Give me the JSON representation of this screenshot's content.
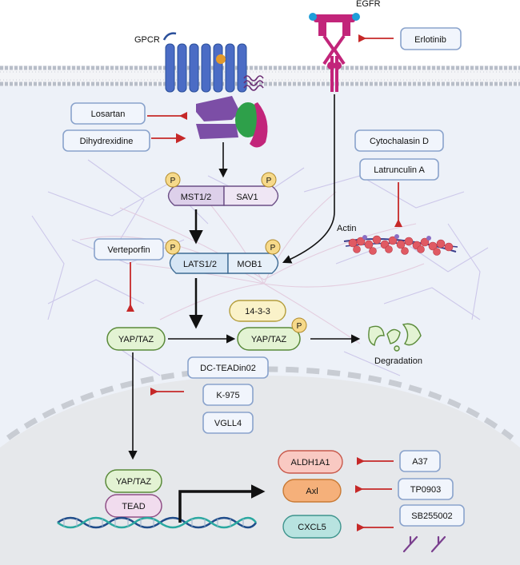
{
  "receptors": {
    "gpcr": "GPCR",
    "egfr": "EGFR"
  },
  "drugs": {
    "erlotinib": "Erlotinib",
    "losartan": "Losartan",
    "dihydrexidine": "Dihydrexidine",
    "cytochalasin_d": "Cytochalasin D",
    "latrunculin_a": "Latrunculin A",
    "verteporfin": "Verteporfin",
    "dc_teadin02": "DC-TEADin02",
    "k975": "K-975",
    "vgll4": "VGLL4",
    "a37": "A37",
    "tp0903": "TP0903",
    "sb255002": "SB255002"
  },
  "proteins": {
    "mst": "MST1/2",
    "sav1": "SAV1",
    "lats": "LATS1/2",
    "mob1": "MOB1",
    "p": "P",
    "p1433": "14-3-3",
    "yaptaz": "YAP/TAZ",
    "tead": "TEAD"
  },
  "labels": {
    "actin": "Actin",
    "degradation": "Degradation"
  },
  "genes": {
    "aldh1a1": "ALDH1A1",
    "axl": "Axl",
    "cxcl5": "CXCL5"
  },
  "colors": {
    "inhibitor": "#c62828",
    "box_border": "#8aa3cc",
    "yap_fill": "#e3f3d3",
    "yap_border": "#5a8a3a",
    "phospho": "#f6d98a",
    "aldh": "#f9c9c2",
    "axl": "#f5b07a",
    "cxcl5": "#b8e3e0",
    "mst": "#ddd0ea",
    "lats": "#d6e6f5",
    "membrane": "#c8cdd6",
    "cytosol": "#edf1f8",
    "nucleus": "#e9ebee"
  }
}
